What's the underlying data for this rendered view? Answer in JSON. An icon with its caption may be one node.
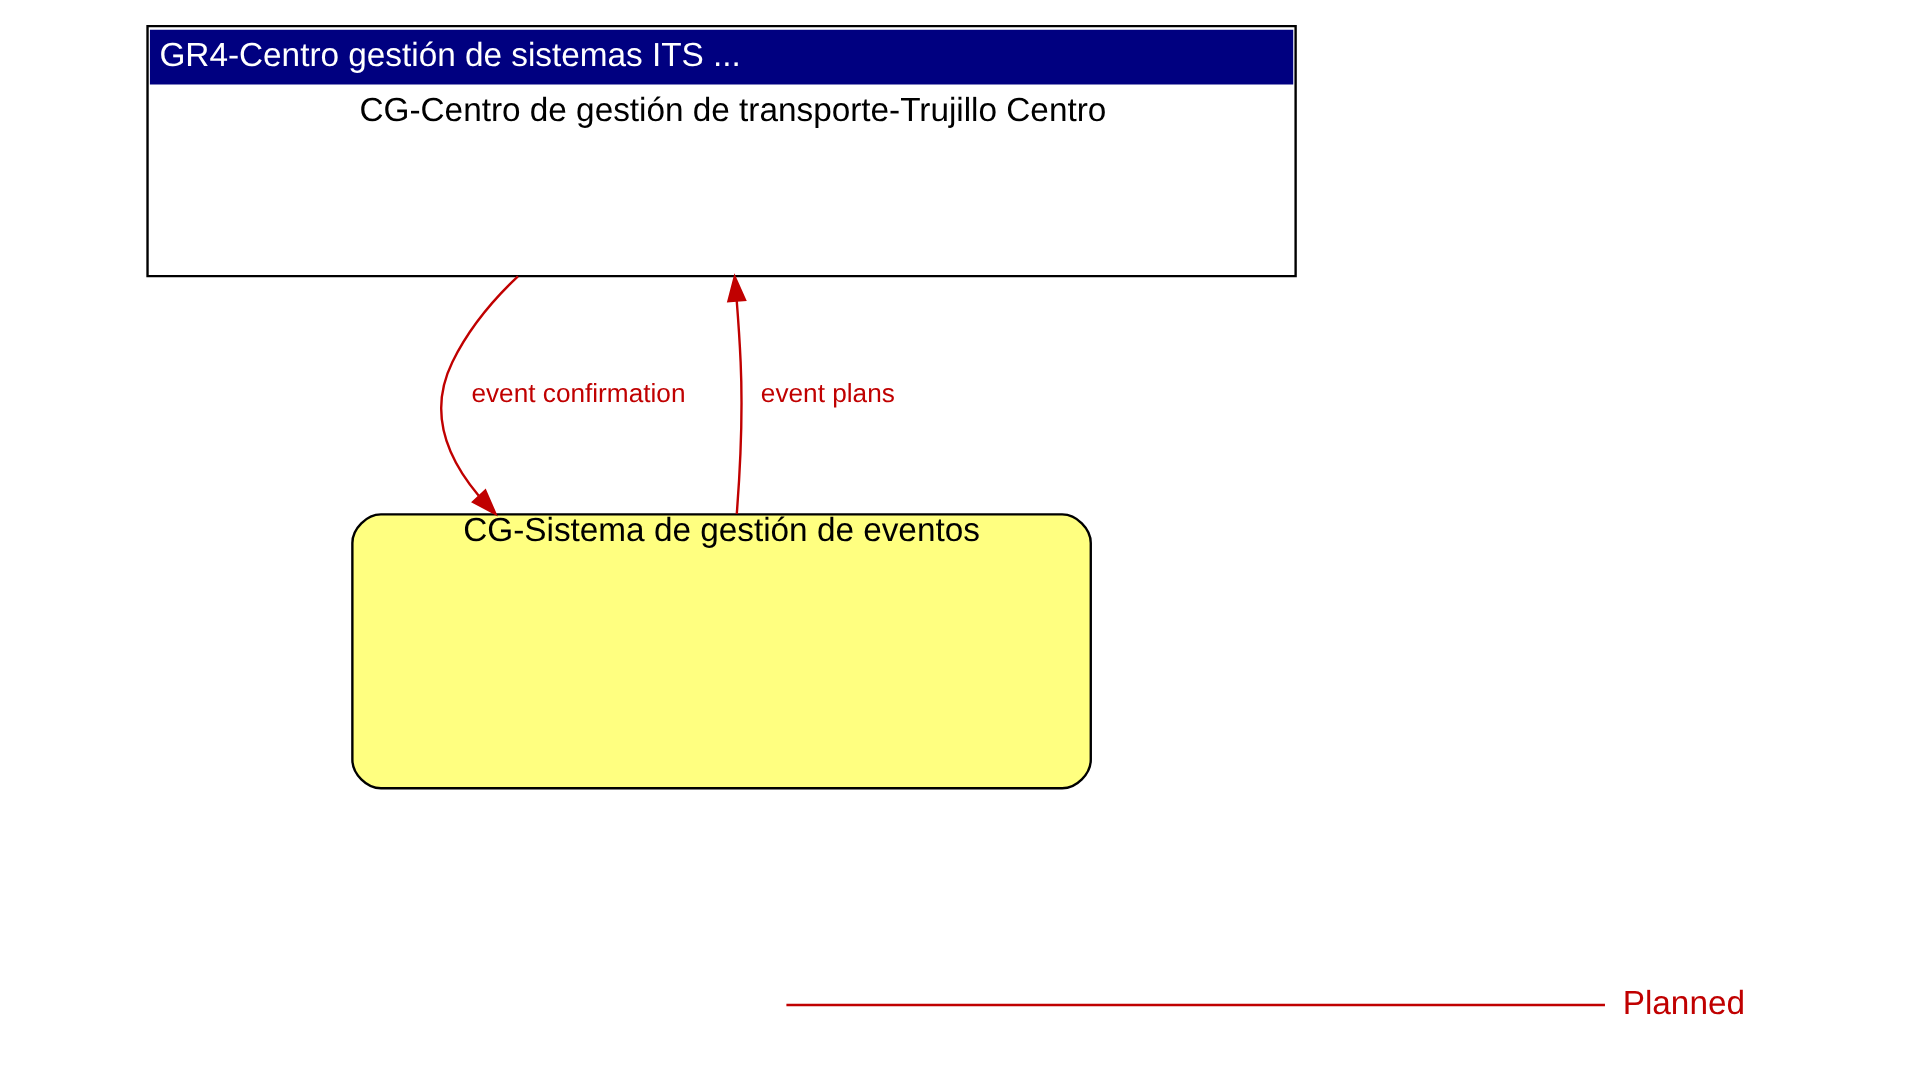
{
  "diagram": {
    "nodes": [
      {
        "text": [
          "GR4-Centro gestión de sistemas ITS ...",
          "CG-Centro de gestión de transporte-Trujillo Centro"
        ]
      },
      {
        "text": [
          "CG-Sistema de gestión de eventos"
        ]
      }
    ],
    "edges": [
      {
        "from": 0,
        "to": 1,
        "arrow": "to",
        "label": "event confirmation"
      },
      {
        "from": 1,
        "to": 0,
        "arrow": "to",
        "label": "event plans"
      }
    ],
    "legend": [
      {
        "text": "Planned"
      }
    ]
  }
}
